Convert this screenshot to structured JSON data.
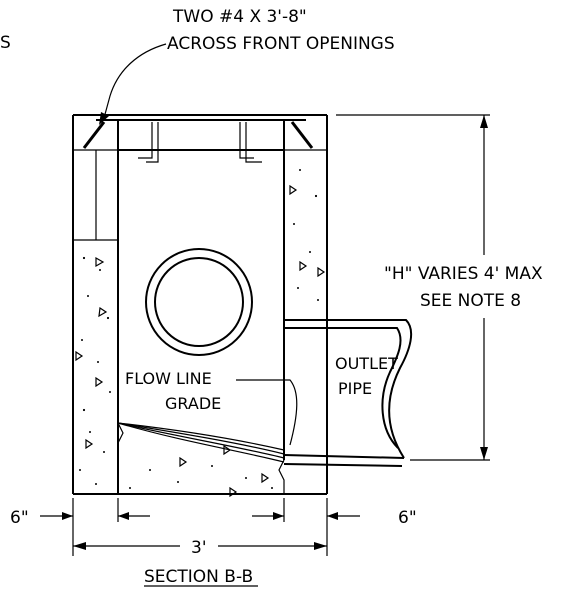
{
  "diagram": {
    "partial_left_label": "S",
    "rebar_note_line1": "TWO #4 X 3'-8\"",
    "rebar_note_line2": "ACROSS FRONT OPENINGS",
    "height_note_line1": "\"H\" VARIES 4' MAX",
    "height_note_line2": "SEE NOTE 8",
    "outlet_label_line1": "OUTLET",
    "outlet_label_line2": "PIPE",
    "flow_line_label": "FLOW LINE",
    "grade_label": "GRADE",
    "wall_left_dim": "6\"",
    "wall_right_dim": "6\"",
    "width_dim": "3'",
    "section_title": "SECTION B-B"
  }
}
